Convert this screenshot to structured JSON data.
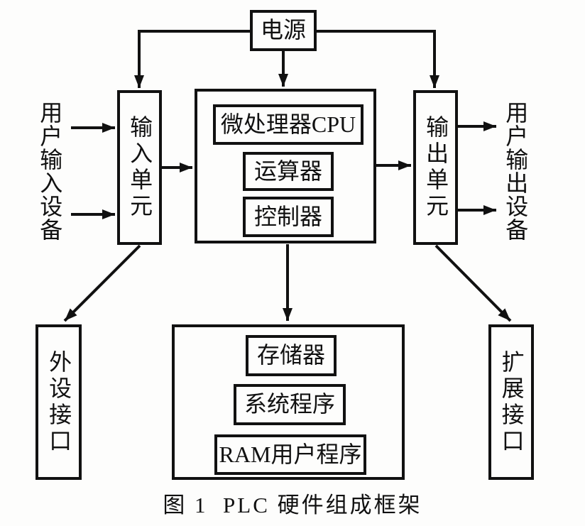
{
  "diagram": {
    "caption": "图 1  PLC 硬件组成框架",
    "nodes": {
      "power": "电源",
      "input_unit": "输入单元",
      "output_unit": "输出单元",
      "cpu": "微处理器CPU",
      "alu": "运算器",
      "controller": "控制器",
      "memory": "存储器",
      "system_program": "系统程序",
      "ram_user_program": "RAM用户程序",
      "peripheral_interface": "外设接口",
      "expansion_interface": "扩展接口",
      "user_input_device": "用户输入设备",
      "user_output_device": "用户输出设备"
    },
    "edges": [
      {
        "from": "power",
        "to": "input_unit"
      },
      {
        "from": "power",
        "to": "cpu"
      },
      {
        "from": "power",
        "to": "output_unit"
      },
      {
        "from": "user_input_device",
        "to": "input_unit"
      },
      {
        "from": "user_input_device",
        "to": "input_unit"
      },
      {
        "from": "input_unit",
        "to": "cpu"
      },
      {
        "from": "cpu",
        "to": "output_unit"
      },
      {
        "from": "output_unit",
        "to": "user_output_device"
      },
      {
        "from": "output_unit",
        "to": "user_output_device"
      },
      {
        "from": "input_unit",
        "to": "peripheral_interface"
      },
      {
        "from": "cpu",
        "to": "memory"
      },
      {
        "from": "output_unit",
        "to": "expansion_interface"
      }
    ],
    "colors": {
      "line": "#111111",
      "background": "#fdfdfc"
    }
  }
}
